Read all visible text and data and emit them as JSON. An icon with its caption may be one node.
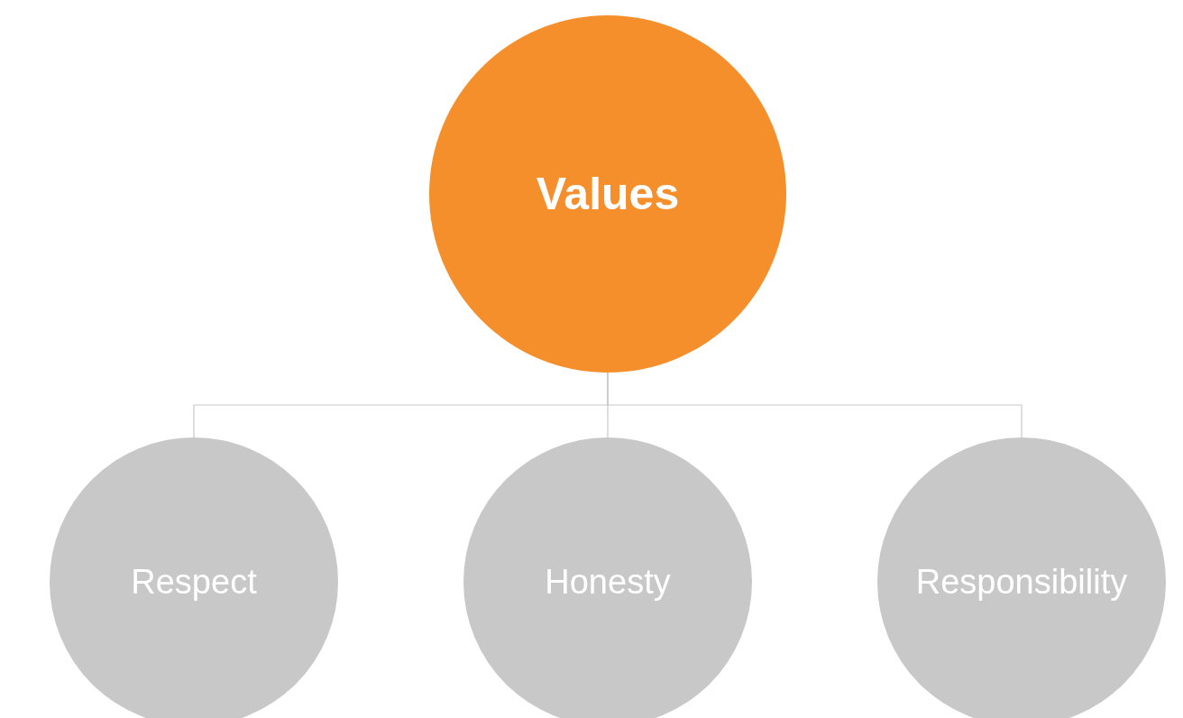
{
  "diagram": {
    "nodes": [
      {
        "text": [
          "Values"
        ]
      },
      {
        "text": [
          "Respect"
        ]
      },
      {
        "text": [
          "Honesty"
        ]
      },
      {
        "text": [
          "Responsibility"
        ]
      }
    ],
    "edges": [
      {
        "from": 0,
        "to": 1,
        "arrow": "none"
      },
      {
        "from": 0,
        "to": 2,
        "arrow": "none"
      },
      {
        "from": 0,
        "to": 3,
        "arrow": "none"
      }
    ]
  }
}
